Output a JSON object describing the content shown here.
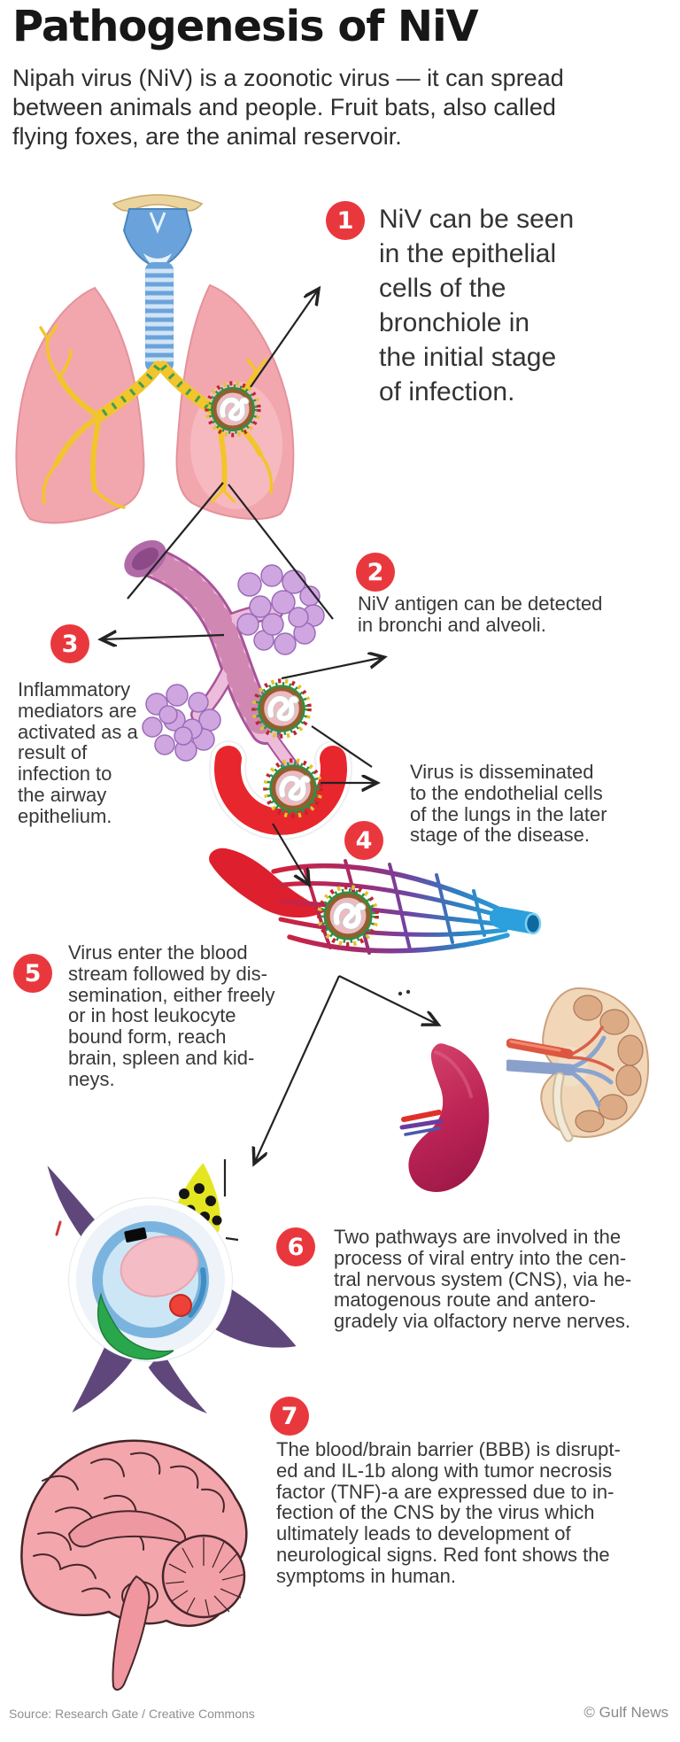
{
  "header": {
    "title": "Pathogenesis of NiV",
    "subtitle": "Nipah virus (NiV) is a zoonotic virus — it can spread\nbetween animals and people. Fruit bats, also called\nflying foxes, are the animal reservoir."
  },
  "steps": [
    {
      "number": "1",
      "text": "NiV can be seen\nin the epithelial\ncells of the\nbronchiole in\nthe initial stage\nof infection."
    },
    {
      "number": "2",
      "text": "NiV antigen can be detected\nin bronchi and alveoli."
    },
    {
      "number": "3",
      "text": "Inflammatory\nmediators are\nactivated as a\nresult of\ninfection to\nthe airway\nepithelium."
    },
    {
      "number": "4",
      "text": "Virus is disseminated\nto the endothelial cells\nof the lungs in the later\nstage of the disease."
    },
    {
      "number": "5",
      "text": "Virus enter the blood\nstream followed by dis-\nsemination, either freely\nor in host leukocyte\nbound form, reach\nbrain, spleen and kid-\nneys."
    },
    {
      "number": "6",
      "text": "Two pathways are involved in the\nprocess of viral entry into the cen-\ntral nervous system (CNS), via he-\nmatogenous route and antero-\ngradely via olfactory nerve nerves."
    },
    {
      "number": "7",
      "text": "The blood/brain barrier (BBB) is disrupt-\ned and IL-1b along with tumor necrosis\nfactor (TNF)-a are expressed due to in-\nfection of the CNS by the virus which\nultimately leads to development of\nneurological signs. Red font shows the\nsymptoms in human."
    }
  ],
  "illustrations": [
    "lungs-with-trachea-icon",
    "niv-virus-particle-icon",
    "bronchiole-and-alveoli-icon",
    "inflamed-alveolus-cup-icon",
    "blood-vessel-capillary-network-icon",
    "spleen-icon",
    "kidney-cross-section-icon",
    "neuron-cell-icon",
    "human-brain-icon"
  ],
  "footer": {
    "source": "Source: Research Gate / Creative Commons",
    "credit": "© Gulf News"
  },
  "colors": {
    "badge_red": "#e9383d",
    "title_text": "#171717",
    "body_text": "#383838",
    "footer_text": "#8f8f8f",
    "background": "#ffffff",
    "lung_pink": "#f2a7ae",
    "bronchi_yellow": "#f2c52b",
    "trachea_blue": "#6aa3dc",
    "bronchiole_pink": "#ecbcda",
    "alveoli_purple": "#cfa6e0",
    "inflamed_red": "#e8262d",
    "vessel_red": "#dd1f2e",
    "vessel_blue": "#2ba0dc",
    "spleen_crimson": "#bd2456",
    "kidney_tan": "#f2d6b8",
    "neuron_purple": "#5f477c",
    "brain_pink": "#f4a6ad"
  }
}
